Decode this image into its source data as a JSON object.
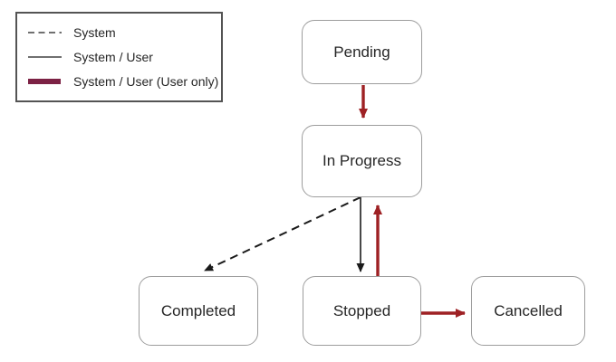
{
  "colors": {
    "arrow_red": "#9e2124",
    "legend_maroon": "#7c2144",
    "line_black": "#1a1a1a",
    "node_border": "#9d9d9d",
    "legend_border": "#545454",
    "text_dark": "#262626",
    "background": "#ffffff"
  },
  "legend": {
    "items": [
      {
        "label": "System",
        "style": "dashed-black-line"
      },
      {
        "label": "System / User",
        "style": "solid-black-line"
      },
      {
        "label": "System / User (User only)",
        "style": "thick-maroon-bar"
      }
    ]
  },
  "nodes": {
    "pending": {
      "label": "Pending"
    },
    "in_progress": {
      "label": "In Progress"
    },
    "completed": {
      "label": "Completed"
    },
    "stopped": {
      "label": "Stopped"
    },
    "cancelled": {
      "label": "Cancelled"
    }
  },
  "edges": [
    {
      "from": "Pending",
      "to": "In Progress",
      "line": "thick-red",
      "legend_style": "System / User (User only)"
    },
    {
      "from": "In Progress",
      "to": "Completed",
      "line": "dashed-black",
      "legend_style": "System"
    },
    {
      "from": "In Progress",
      "to": "Stopped",
      "line": "thin-black",
      "legend_style": "System / User"
    },
    {
      "from": "Stopped",
      "to": "In Progress",
      "line": "thick-red",
      "legend_style": "System / User (User only)"
    },
    {
      "from": "Stopped",
      "to": "Cancelled",
      "line": "thick-red",
      "legend_style": "System / User (User only)"
    }
  ]
}
